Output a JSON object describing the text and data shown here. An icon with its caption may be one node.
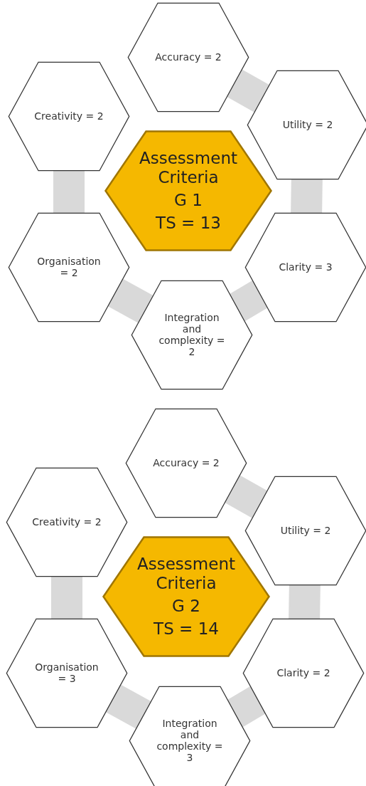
{
  "diagram": {
    "nodes": [
      {
        "text": [
          "Accuracy = 2"
        ]
      },
      {
        "text": [
          "Creativity = 2"
        ]
      },
      {
        "text": [
          "Utility = 2"
        ]
      },
      {
        "text": [
          "Assessment Criteria",
          "G 1",
          "TS = 13"
        ]
      },
      {
        "text": [
          "Organisation = 2"
        ]
      },
      {
        "text": [
          "Clarity = 3"
        ]
      },
      {
        "text": [
          "Integration and complexity = 2"
        ]
      },
      {
        "text": [
          "Accuracy = 2"
        ]
      },
      {
        "text": [
          "Creativity = 2"
        ]
      },
      {
        "text": [
          "Utility = 2"
        ]
      },
      {
        "text": [
          "Assessment Criteria",
          "G 2",
          "TS = 14"
        ]
      },
      {
        "text": [
          "Organisation = 3"
        ]
      },
      {
        "text": [
          "Clarity = 2"
        ]
      },
      {
        "text": [
          "Integration and complexity = 3"
        ]
      }
    ]
  }
}
